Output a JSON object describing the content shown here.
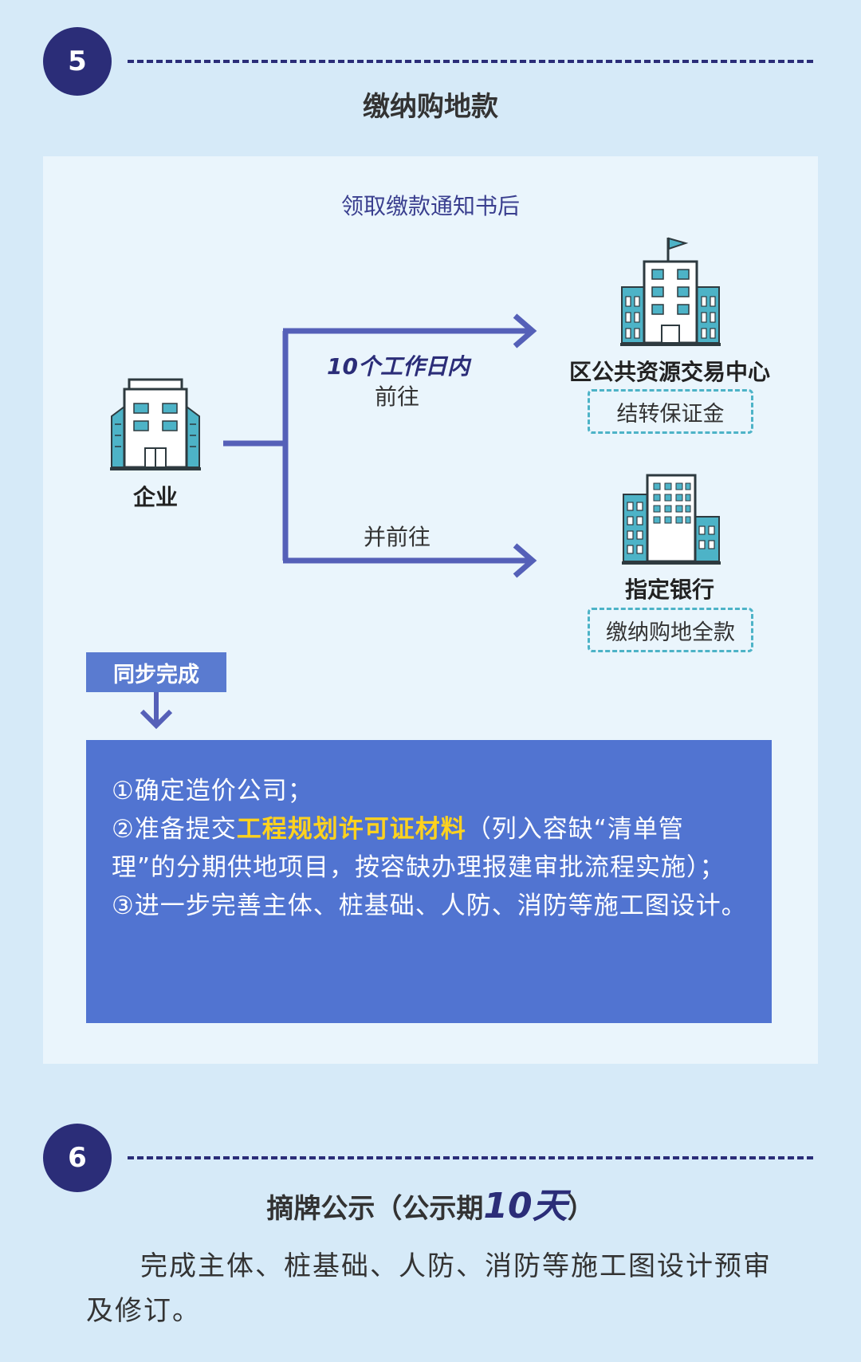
{
  "section5": {
    "number": "5",
    "title": "缴纳购地款",
    "caption": "领取缴款通知书后",
    "enterprise_label": "企业",
    "top_route": {
      "deadline": "10个工作日内",
      "verb": "前往"
    },
    "bottom_route": {
      "verb": "并前往"
    },
    "destinations": [
      {
        "name": "区公共资源交易中心",
        "action": "结转保证金"
      },
      {
        "name": "指定银行",
        "action": "缴纳购地全款"
      }
    ],
    "sync_label": "同步完成",
    "sync_items": {
      "item1": "①确定造价公司；",
      "item2_prefix": "②准备提交",
      "item2_highlight": "工程规划许可证材料",
      "item2_suffix": "（列入容缺“清单管理”的分期供地项目，按容缺办理报建审批流程实施）；",
      "item3": "③进一步完善主体、桩基础、人防、消防等施工图设计。"
    }
  },
  "section6": {
    "number": "6",
    "title_prefix": "摘牌公示（公示期",
    "title_number": "10天",
    "title_suffix": "）",
    "text": "完成主体、桩基础、人防、消防等施工图设计预审及修订。"
  },
  "colors": {
    "background": "#d6eaf8",
    "card": "#eaf5fc",
    "badge": "#2b2d78",
    "arrow": "#5560b8",
    "box": "#5174d1",
    "highlight": "#ffd21e",
    "teal": "#4db3c7"
  }
}
